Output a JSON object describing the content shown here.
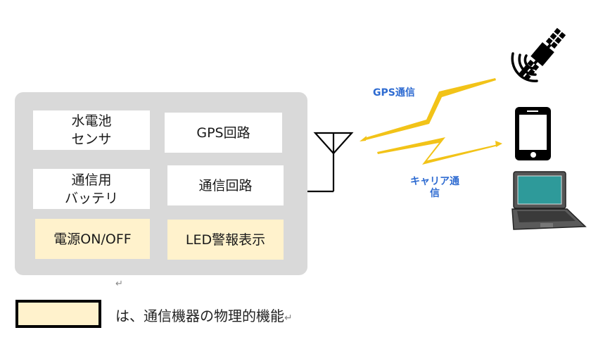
{
  "device": {
    "blocks": [
      {
        "label": "水電池\nセンサ",
        "kind": "internal"
      },
      {
        "label": "GPS回路",
        "kind": "internal"
      },
      {
        "label": "通信用\nバッテリ",
        "kind": "internal"
      },
      {
        "label": "通信回路",
        "kind": "internal"
      },
      {
        "label": "電源ON/OFF",
        "kind": "physical"
      },
      {
        "label": "LED警報表示",
        "kind": "physical"
      }
    ]
  },
  "links": {
    "gps": "GPS通信",
    "carrier": "キャリア通\n信"
  },
  "endpoints": {
    "satellite": "satellite-icon",
    "smartphone": "smartphone-icon",
    "laptop": "laptop-icon"
  },
  "legend": {
    "paragraph_mark": "↵",
    "text": "は、通信機器の物理的機能",
    "return_mark": "↵"
  },
  "colors": {
    "panel": "#d9d9d9",
    "physical_block": "#fff2cc",
    "signal": "#f2c318",
    "label_blue": "#2e6bd1",
    "laptop_screen": "#2e9a9a"
  }
}
